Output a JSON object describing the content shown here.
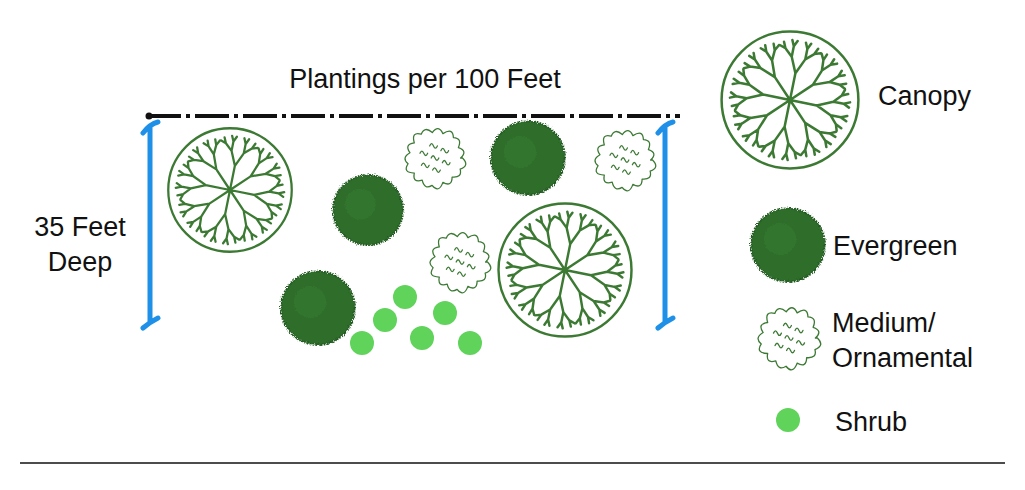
{
  "diagram": {
    "labels": [
      "Plantings per 100 Feet",
      "35 Feet Deep"
    ],
    "legend": [
      {
        "text": "Canopy"
      },
      {
        "text": "Evergreen"
      },
      {
        "text": "Medium/ Ornamental"
      },
      {
        "text": "Shrub",
        "color": "#5fd35a"
      }
    ]
  }
}
